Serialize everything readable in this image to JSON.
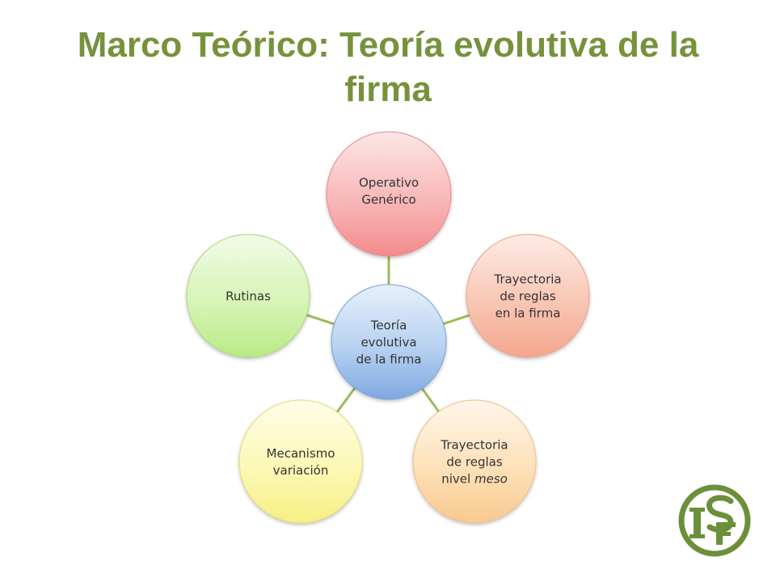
{
  "slide": {
    "title": "Marco Teórico: Teoría evolutiva de la firma"
  },
  "diagram": {
    "type": "radial-cycle",
    "center": {
      "lines": [
        "Teoría",
        "evolutiva",
        "de la firma"
      ]
    },
    "nodes": [
      {
        "id": "operativo",
        "lines": [
          "Operativo",
          "Genérico"
        ],
        "color": "pink"
      },
      {
        "id": "trayectoria-firma",
        "lines": [
          "Trayectoria",
          "de reglas",
          "en la firma"
        ],
        "color": "salmon"
      },
      {
        "id": "trayectoria-meso",
        "lines": [
          "Trayectoria",
          "de reglas"
        ],
        "mixed_line": {
          "plain": "nivel ",
          "italic": "meso"
        },
        "color": "orange"
      },
      {
        "id": "mecanismo",
        "lines": [
          "Mecanismo",
          "variación"
        ],
        "color": "yellow"
      },
      {
        "id": "rutinas",
        "lines": [
          "Rutinas"
        ],
        "color": "green"
      }
    ],
    "connector_color": "#9bbb59"
  },
  "logo": {
    "letters": "ISF",
    "color": "#6b8f3a"
  }
}
